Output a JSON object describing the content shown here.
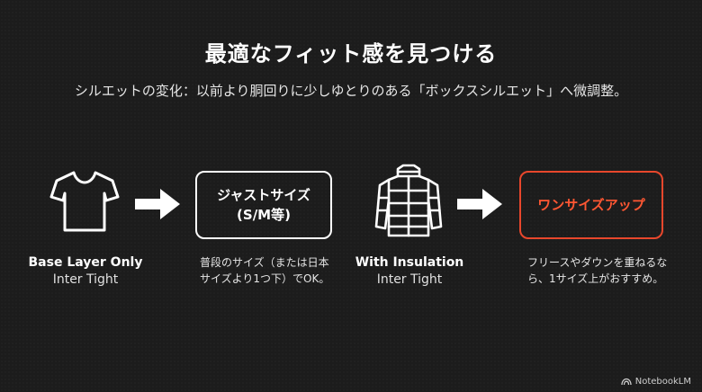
{
  "slide": {
    "title": "最適なフィット感を見つける",
    "subtitle": "シルエットの変化：以前より胴回りに少しゆとりのある「ボックスシルエット」へ微調整。"
  },
  "left_group": {
    "icon": "tshirt-icon",
    "label_bold": "Base Layer Only",
    "label_plain": "Inter Tight",
    "box_line1": "ジャストサイズ",
    "box_line2": "(S/M等)",
    "desc_line1": "普段のサイズ（または日本",
    "desc_line2": "サイズより1つ下）でOK。"
  },
  "right_group": {
    "icon": "puffer-jacket-icon",
    "label_bold": "With Insulation",
    "label_plain": "Inter Tight",
    "box_label": "ワンサイズアップ",
    "desc_line1": "フリースやダウンを重ねるな",
    "desc_line2": "ら、1サイズ上がおすすめ。"
  },
  "colors": {
    "background": "#1c1c1c",
    "accent": "#ff5733",
    "accent_border": "#e8472c",
    "text": "#ffffff"
  },
  "branding": {
    "label": "NotebookLM"
  }
}
